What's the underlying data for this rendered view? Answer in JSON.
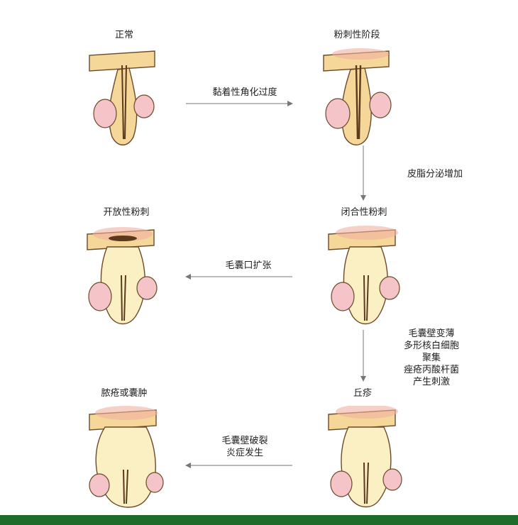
{
  "stages": {
    "normal": "正常",
    "microcomedo": "粉刺性阶段",
    "closed": "闭合性粉刺",
    "open": "开放性粉刺",
    "papule": "丘疹",
    "pustule": "脓疮或囊肿"
  },
  "steps": {
    "s1": "黏着性角化过度",
    "s2": "皮脂分泌增加",
    "s3": "毛囊口扩张",
    "s4": [
      "毛囊壁变薄",
      "多形核白细胞",
      "聚集",
      "痤疮丙酸杆菌",
      "产生刺激"
    ],
    "s5": [
      "毛囊壁破裂",
      "炎症发生"
    ]
  },
  "colors": {
    "skin": "#f5d79a",
    "skin_outline": "#6b4a2a",
    "inflammation": "#f0b0a0",
    "gland": "#f4c4c8",
    "cyst_fill": "#fbefc4",
    "hair": "#5a3a1a",
    "arrow": "#777777",
    "footer": "#1f6b2a"
  }
}
